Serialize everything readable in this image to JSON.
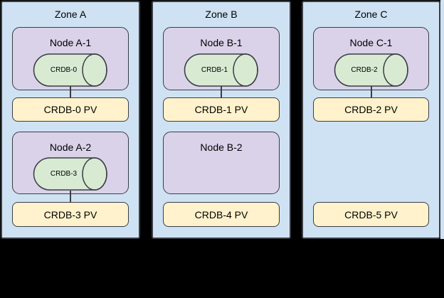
{
  "colors": {
    "background": "#000000",
    "zone_fill": "#cfe2f3",
    "node_fill": "#d9d2e9",
    "cylinder_fill": "#d9ead3",
    "pv_fill": "#fff2cc",
    "border": "#3a3e45",
    "text": "#000000"
  },
  "zones": [
    {
      "title": "Zone A",
      "rows": [
        {
          "node": "Node A-1",
          "db": "CRDB-0",
          "pv": "CRDB-0 PV"
        },
        {
          "node": "Node A-2",
          "db": "CRDB-3",
          "pv": "CRDB-3 PV"
        }
      ]
    },
    {
      "title": "Zone B",
      "rows": [
        {
          "node": "Node B-1",
          "db": "CRDB-1",
          "pv": "CRDB-1 PV"
        },
        {
          "node": "Node B-2",
          "pv": "CRDB-4 PV"
        }
      ]
    },
    {
      "title": "Zone C",
      "rows": [
        {
          "node": "Node C-1",
          "db": "CRDB-2",
          "pv": "CRDB-2 PV"
        },
        {
          "pv": "CRDB-5 PV"
        }
      ]
    }
  ]
}
